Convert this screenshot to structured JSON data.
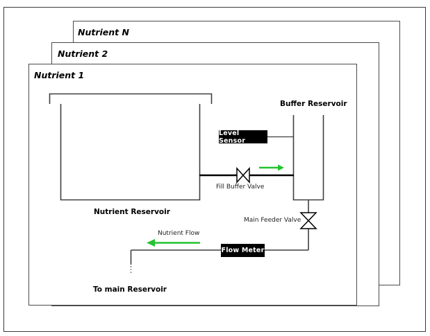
{
  "diagram": {
    "title_hidden": "",
    "cards": [
      {
        "id": "nutrient-n",
        "label": "Nutrient N"
      },
      {
        "id": "nutrient-2",
        "label": "Nutrient 2"
      },
      {
        "id": "nutrient-1",
        "label": "Nutrient 1"
      }
    ],
    "components": {
      "nutrient_reservoir": {
        "label": "Nutrient Reservoir",
        "type": "tank"
      },
      "buffer_reservoir": {
        "label": "Buffer Reservoir",
        "type": "tank"
      },
      "level_sensor": {
        "label": "Level Sensor",
        "type": "sensor-box"
      },
      "flow_meter": {
        "label": "Flow Meter",
        "type": "sensor-box"
      },
      "fill_buffer_valve": {
        "label": "Fill Buffer Valve",
        "type": "valve-horizontal"
      },
      "main_feeder_valve": {
        "label": "Main Feeder Valve",
        "type": "valve-vertical"
      },
      "outlet": {
        "label": "To main Reservoir",
        "type": "destination"
      }
    },
    "flows": [
      {
        "id": "fill-flow",
        "label": "",
        "direction": "right",
        "color": "#22c32e"
      },
      {
        "id": "nutrient-flow",
        "label": "Nutrient Flow",
        "direction": "left",
        "color": "#22c32e"
      }
    ],
    "colors": {
      "flow_arrow": "#22c32e",
      "pipe": "#000000",
      "tank_outline": "#3f3f3f",
      "card_border": "#4a4a4a",
      "page_border": "#3a3a3a",
      "sensor_box_bg": "#000000",
      "sensor_box_text": "#ffffff"
    }
  }
}
